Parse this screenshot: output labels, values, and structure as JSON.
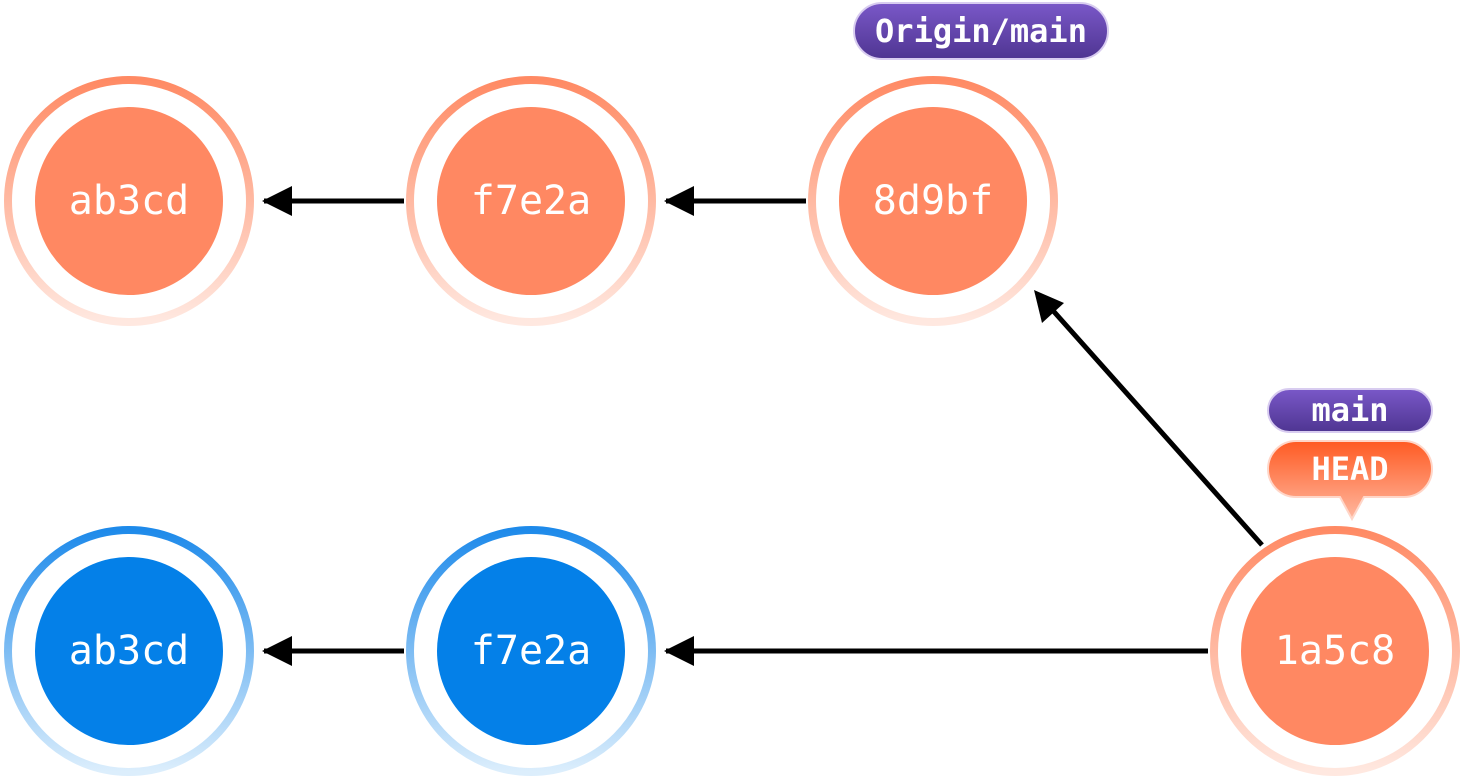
{
  "colors": {
    "orange_node": "#ff8862",
    "blue_node": "#0480e8",
    "purple_tag": "#6a48b8",
    "head_tag": "#ff6a3a",
    "arrow": "#000000"
  },
  "commits": [
    {
      "id": "top-1",
      "hash": "ab3cd",
      "color": "orange"
    },
    {
      "id": "top-2",
      "hash": "f7e2a",
      "color": "orange"
    },
    {
      "id": "top-3",
      "hash": "8d9bf",
      "color": "orange"
    },
    {
      "id": "bottom-1",
      "hash": "ab3cd",
      "color": "blue"
    },
    {
      "id": "bottom-2",
      "hash": "f7e2a",
      "color": "blue"
    },
    {
      "id": "bottom-3",
      "hash": "1a5c8",
      "color": "orange"
    }
  ],
  "edges": [
    {
      "from": "top-2",
      "to": "top-1"
    },
    {
      "from": "top-3",
      "to": "top-2"
    },
    {
      "from": "bottom-2",
      "to": "bottom-1"
    },
    {
      "from": "bottom-3",
      "to": "bottom-2"
    },
    {
      "from": "bottom-3",
      "to": "top-3"
    }
  ],
  "tags": {
    "origin_main": "Origin/main",
    "main": "main",
    "head": "HEAD"
  }
}
